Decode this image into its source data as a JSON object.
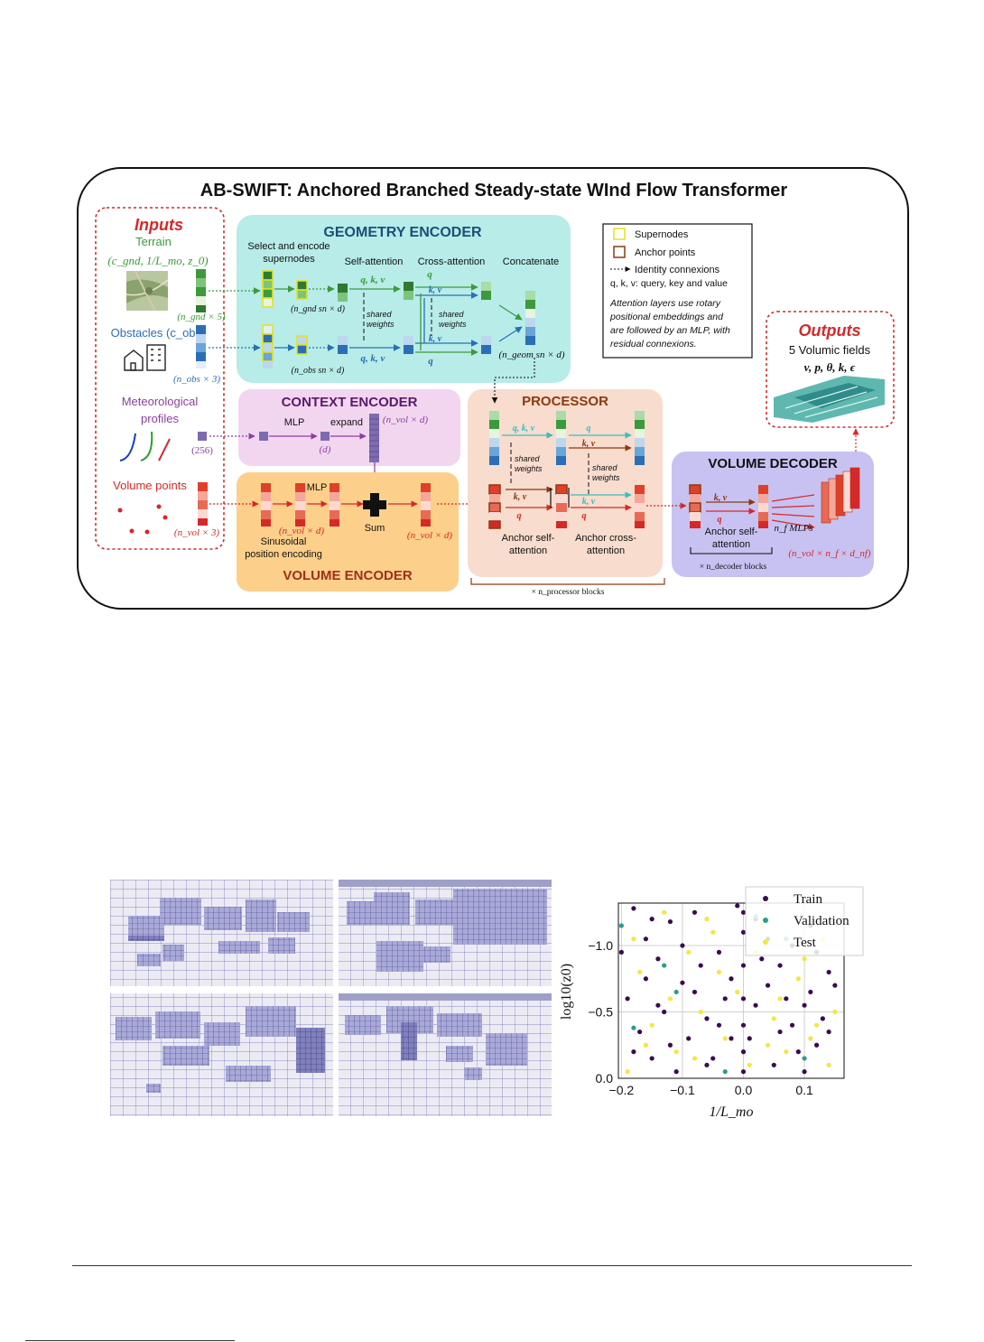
{
  "figure1": {
    "title": "AB-SWIFT: Anchored Branched Steady-state WInd Flow Transformer",
    "inputs": {
      "header": "Inputs",
      "terrain": "Terrain",
      "terrain_vars": "(c_gnd, 1/L_mo, z_0)",
      "terrain_dim": "(n_gnd × 5)",
      "obstacles": "Obstacles (c_obs)",
      "obstacles_dim": "(n_obs × 3)",
      "meteo_line1": "Meteorological",
      "meteo_line2": "profiles",
      "meteo_dim": "(256)",
      "volume_points": "Volume points",
      "volume_dim": "(n_vol × 3)"
    },
    "geometry_encoder": {
      "title": "GEOMETRY ENCODER",
      "select_line1": "Select and encode",
      "select_line2": "supernodes",
      "self_attention": "Self-attention",
      "cross_attention": "Cross-attention",
      "concatenate": "Concatenate",
      "qkv": "q, k, v",
      "q": "q",
      "kv": "k, v",
      "shared1": "shared",
      "shared2": "weights",
      "dim_gnd": "(n_gnd sn × d)",
      "dim_obs": "(n_obs sn × d)",
      "dim_geom": "(n_geom sn × d)"
    },
    "legend": {
      "supernodes": "Supernodes",
      "anchor_points": "Anchor points",
      "identity": "Identity connexions",
      "qkv_desc": "q, k, v: query, key and value",
      "note_line1": "Attention layers use rotary",
      "note_line2": "positional embeddings and",
      "note_line3": "are followed by an MLP, with",
      "note_line4": "residual connexions."
    },
    "outputs": {
      "header": "Outputs",
      "line1": "5 Volumic fields",
      "line2": "v, p, θ, k, ϵ"
    },
    "context_encoder": {
      "title": "CONTEXT ENCODER",
      "mlp": "MLP",
      "expand": "expand",
      "dim_d": "(d)",
      "dim_vol": "(n_vol × d)"
    },
    "volume_encoder": {
      "title": "VOLUME ENCODER",
      "mlp": "MLP",
      "sum": "Sum",
      "sinus_line1": "Sinusoidal",
      "sinus_line2": "position encoding",
      "dim1": "(n_vol × d)",
      "dim2": "(n_vol × d)"
    },
    "processor": {
      "title": "PROCESSOR",
      "anchor_self_1": "Anchor self-",
      "anchor_self_2": "attention",
      "anchor_cross_1": "Anchor cross-",
      "anchor_cross_2": "attention",
      "blocks": "× n_processor blocks",
      "qkv": "q, k, v",
      "q": "q",
      "kv": "k, v"
    },
    "volume_decoder": {
      "title": "VOLUME DECODER",
      "anchor_self_1": "Anchor self-",
      "anchor_self_2": "attention",
      "mlps": "n_f MLPs",
      "blocks": "× n_decoder blocks",
      "dim": "(n_vol × n_f × d_nf)",
      "kv": "k, v",
      "q": "q"
    }
  },
  "chart_data": {
    "type": "scatter",
    "xlabel": "1/L_mo",
    "ylabel": "log10(z0)",
    "xlim": [
      -0.205,
      0.165
    ],
    "ylim": [
      0.0,
      -1.32
    ],
    "y_inverted": true,
    "x_ticks": [
      "−0.2",
      "−0.1",
      "0.0",
      "0.1"
    ],
    "y_ticks": [
      "0.0",
      "−0.5",
      "−1.0"
    ],
    "grid": true,
    "legend_position": "top-right",
    "colors": {
      "Train": "#3b0b4f",
      "Validation": "#2a9d8f",
      "Test": "#f5e642"
    },
    "series": [
      {
        "name": "Train",
        "points": [
          [
            -0.18,
            -1.28
          ],
          [
            -0.16,
            -1.05
          ],
          [
            -0.14,
            -0.9
          ],
          [
            -0.12,
            -1.18
          ],
          [
            -0.1,
            -0.72
          ],
          [
            -0.08,
            -1.25
          ],
          [
            -0.06,
            -0.45
          ],
          [
            -0.04,
            -0.95
          ],
          [
            -0.02,
            -0.3
          ],
          [
            0.0,
            -1.1
          ],
          [
            0.0,
            -0.85
          ],
          [
            0.0,
            -0.6
          ],
          [
            0.0,
            -0.4
          ],
          [
            0.0,
            -0.2
          ],
          [
            0.0,
            -0.05
          ],
          [
            0.02,
            -1.2
          ],
          [
            0.04,
            -0.7
          ],
          [
            0.06,
            -0.35
          ],
          [
            0.08,
            -1.0
          ],
          [
            0.1,
            -0.55
          ],
          [
            0.12,
            -0.25
          ],
          [
            0.14,
            -0.8
          ],
          [
            -0.19,
            -0.6
          ],
          [
            -0.17,
            -0.35
          ],
          [
            -0.15,
            -0.15
          ],
          [
            -0.13,
            -0.5
          ],
          [
            -0.11,
            -0.05
          ],
          [
            -0.09,
            -0.3
          ],
          [
            -0.07,
            -0.85
          ],
          [
            -0.05,
            -0.15
          ],
          [
            -0.03,
            -0.6
          ],
          [
            -0.01,
            -1.3
          ],
          [
            0.01,
            -0.3
          ],
          [
            0.03,
            -0.9
          ],
          [
            0.05,
            -0.1
          ],
          [
            0.07,
            -0.6
          ],
          [
            0.09,
            -0.2
          ],
          [
            0.11,
            -1.15
          ],
          [
            0.13,
            -0.45
          ],
          [
            0.15,
            -0.7
          ],
          [
            -0.2,
            -0.95
          ],
          [
            -0.16,
            -0.75
          ],
          [
            -0.12,
            -0.25
          ],
          [
            -0.08,
            -0.65
          ],
          [
            -0.04,
            -0.4
          ],
          [
            0.02,
            -0.55
          ],
          [
            0.06,
            -0.85
          ],
          [
            0.1,
            -0.05
          ],
          [
            0.14,
            -0.35
          ],
          [
            -0.18,
            -0.2
          ],
          [
            -0.14,
            -0.55
          ],
          [
            -0.1,
            -1.0
          ],
          [
            -0.06,
            -0.1
          ],
          [
            -0.02,
            -0.75
          ],
          [
            0.04,
            -1.05
          ],
          [
            0.08,
            -0.4
          ],
          [
            0.12,
            -0.95
          ],
          [
            -0.15,
            -1.2
          ],
          [
            0.0,
            -1.25
          ],
          [
            0.11,
            -0.65
          ]
        ]
      },
      {
        "name": "Validation",
        "points": [
          [
            -0.2,
            -1.15
          ],
          [
            -0.18,
            -0.38
          ],
          [
            -0.13,
            -0.85
          ],
          [
            -0.03,
            -0.05
          ],
          [
            0.02,
            -1.22
          ],
          [
            0.07,
            -1.05
          ],
          [
            0.1,
            -0.15
          ],
          [
            -0.11,
            -0.65
          ]
        ]
      },
      {
        "name": "Test",
        "points": [
          [
            -0.19,
            -0.05
          ],
          [
            -0.17,
            -0.8
          ],
          [
            -0.15,
            -0.4
          ],
          [
            -0.13,
            -1.25
          ],
          [
            -0.11,
            -0.2
          ],
          [
            -0.09,
            -0.95
          ],
          [
            -0.07,
            -0.5
          ],
          [
            -0.05,
            -1.1
          ],
          [
            -0.03,
            -0.3
          ],
          [
            -0.01,
            -0.65
          ],
          [
            0.01,
            -0.1
          ],
          [
            0.03,
            -1.15
          ],
          [
            0.05,
            -0.45
          ],
          [
            0.07,
            -0.2
          ],
          [
            0.09,
            -0.75
          ],
          [
            0.11,
            -0.3
          ],
          [
            0.13,
            -1.05
          ],
          [
            0.15,
            -0.5
          ],
          [
            -0.16,
            -0.25
          ],
          [
            -0.12,
            -0.6
          ],
          [
            -0.08,
            -0.15
          ],
          [
            -0.04,
            -0.8
          ],
          [
            0.02,
            -0.95
          ],
          [
            0.06,
            -0.6
          ],
          [
            0.1,
            -0.9
          ],
          [
            0.14,
            -0.1
          ],
          [
            -0.18,
            -1.05
          ],
          [
            -0.06,
            -1.2
          ],
          [
            0.04,
            -0.25
          ],
          [
            0.12,
            -0.4
          ]
        ]
      }
    ],
    "legend_labels": [
      "Train",
      "Validation",
      "Test"
    ]
  }
}
